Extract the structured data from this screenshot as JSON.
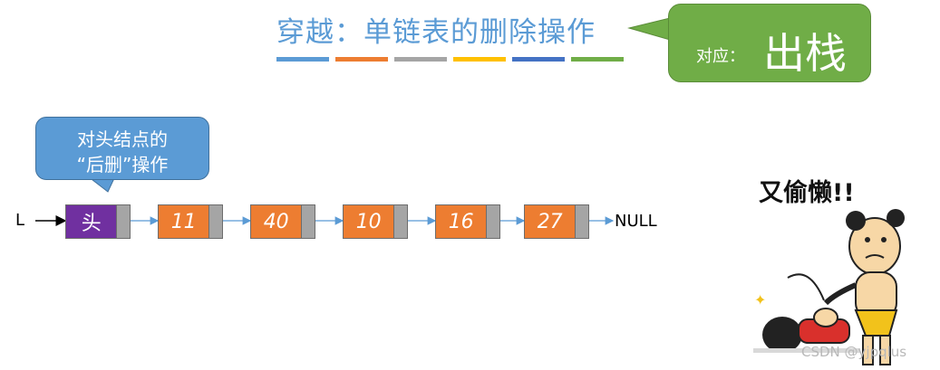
{
  "title": "穿越：单链表的删除操作",
  "colors": {
    "title_blue": "#5b9bd5",
    "callout_green": "#70ad47",
    "callout_blue": "#5b9bd5",
    "node_orange": "#ed7d31",
    "head_purple": "#7030a0",
    "pointer_gray": "#a5a5a5",
    "arrow_blue": "#5b9bd5"
  },
  "color_bars": [
    "#5b9bd5",
    "#ed7d31",
    "#a5a5a5",
    "#ffc000",
    "#4472c4",
    "#70ad47"
  ],
  "green_callout": {
    "small": "对应：",
    "big": "出栈"
  },
  "blue_callout": {
    "line1": "对头结点的",
    "line2": "“后删”操作"
  },
  "list": {
    "pointer_label": "L",
    "head_label": "头",
    "values": [
      "11",
      "40",
      "10",
      "16",
      "27"
    ],
    "terminator": "NULL"
  },
  "meme": {
    "caption": "又偷懒!!"
  },
  "watermark": "CSDN @yjpqlus"
}
